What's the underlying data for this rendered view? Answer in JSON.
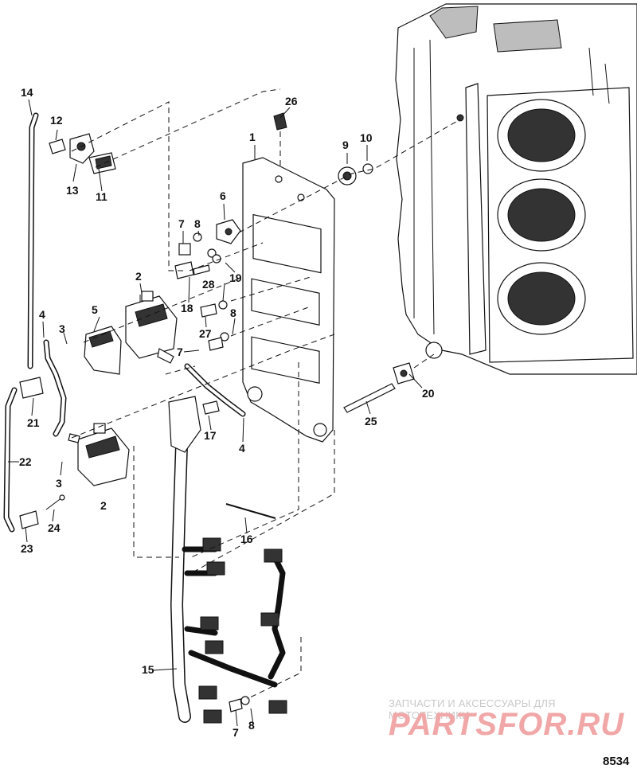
{
  "callouts": [
    "1",
    "2",
    "2",
    "3",
    "3",
    "4",
    "4",
    "5",
    "6",
    "7",
    "7",
    "7",
    "8",
    "8",
    "8",
    "9",
    "10",
    "11",
    "12",
    "13",
    "14",
    "15",
    "16",
    "17",
    "18",
    "19",
    "20",
    "21",
    "22",
    "23",
    "24",
    "25",
    "26",
    "27",
    "28"
  ],
  "watermark": {
    "subtitle": "ЗАПЧАСТИ И АКСЕССУАРЫ ДЛЯ МОТОТЕХНИКИ",
    "brand": "PARTSFOR.RU"
  },
  "figure_number": "8534"
}
